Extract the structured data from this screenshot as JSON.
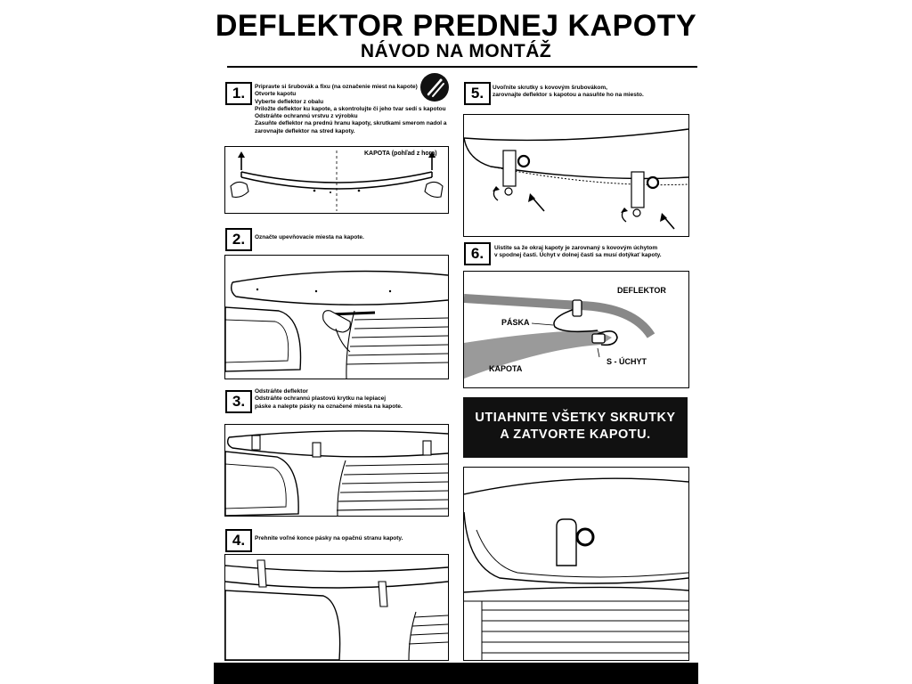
{
  "header": {
    "title": "DEFLEKTOR PREDNEJ KAPOTY",
    "subtitle": "NÁVOD NA MONTÁŽ"
  },
  "steps": [
    {
      "number": "1.",
      "lines": [
        "Pripravte si šrubovák a fixu (na označenie miest na kapote)",
        "Otvorte kapotu",
        "Vyberte deflektor z obalu",
        "Priložte deflektor ku kapote, a skontrolujte či jeho tvar sedí s kapotou",
        "Odstráňte ochrannú vrstvu z výrobku",
        "Zasuňte deflektor na prednú hranu kapoty, skrutkami smerom nadol a",
        "zarovnajte deflektor na stred kapoty."
      ],
      "panel_label": "KAPOTA (pohľad z hora)"
    },
    {
      "number": "2.",
      "lines": [
        "Označte upevňovacie miesta na kapote."
      ]
    },
    {
      "number": "3.",
      "lines": [
        "Odstráňte deflektor",
        "Odstráňte ochrannú plastovú krytku na lepiacej",
        "páske a nalepte pásky na označené miesta na kapote."
      ]
    },
    {
      "number": "4.",
      "lines": [
        "Prehnite voľné konce pásky na opačnú stranu kapoty."
      ]
    },
    {
      "number": "5.",
      "lines": [
        "Uvoľnite skrutky s kovovým šrubovákom,",
        "zarovnajte deflektor s kapotou a nasuňte ho na miesto."
      ]
    },
    {
      "number": "6.",
      "lines": [
        "Uistite sa že okraj kapoty je zarovnaný s kovovým úchytom",
        "v spodnej časti. Úchyt v dolnej časti sa musí dotýkať kapoty."
      ],
      "labels": {
        "deflektor": "DEFLEKTOR",
        "paska": "PÁSKA",
        "kapota": "KAPOTA",
        "s_uchyt": "S - ÚCHYT"
      }
    }
  ],
  "banner": {
    "line1": "UTIAHNITE VŠETKY SKRUTKY",
    "line2": "A ZATVORTE KAPOTU."
  },
  "icons": {
    "tools": "screwdriver-and-marker-icon"
  }
}
